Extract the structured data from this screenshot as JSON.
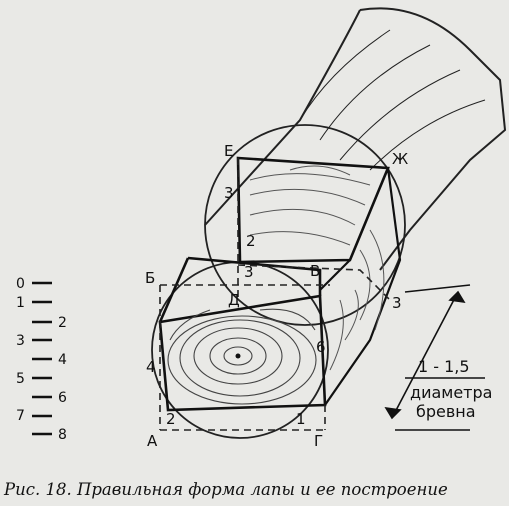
{
  "figure": {
    "caption": "Рис. 18. Правильная форма лапы и ее построение",
    "points": {
      "a": "А",
      "b": "Б",
      "v": "В",
      "g": "Г",
      "d": "Д",
      "e": "Е",
      "zh": "Ж"
    },
    "numbers": {
      "front_left": "4",
      "front_bottom_left": "2",
      "front_bottom_right": "1",
      "side_right": "6",
      "side_bottom": "3",
      "inner_mid": "3",
      "top_left_upper": "3",
      "top_left_lower": "2"
    },
    "dimension": {
      "value": "1 - 1,5",
      "unit_line1": "диаметра",
      "unit_line2": "бревна"
    },
    "scale": {
      "left_labels": [
        "0",
        "1",
        "3",
        "5",
        "7"
      ],
      "right_labels": [
        "2",
        "4",
        "6",
        "8"
      ]
    }
  }
}
